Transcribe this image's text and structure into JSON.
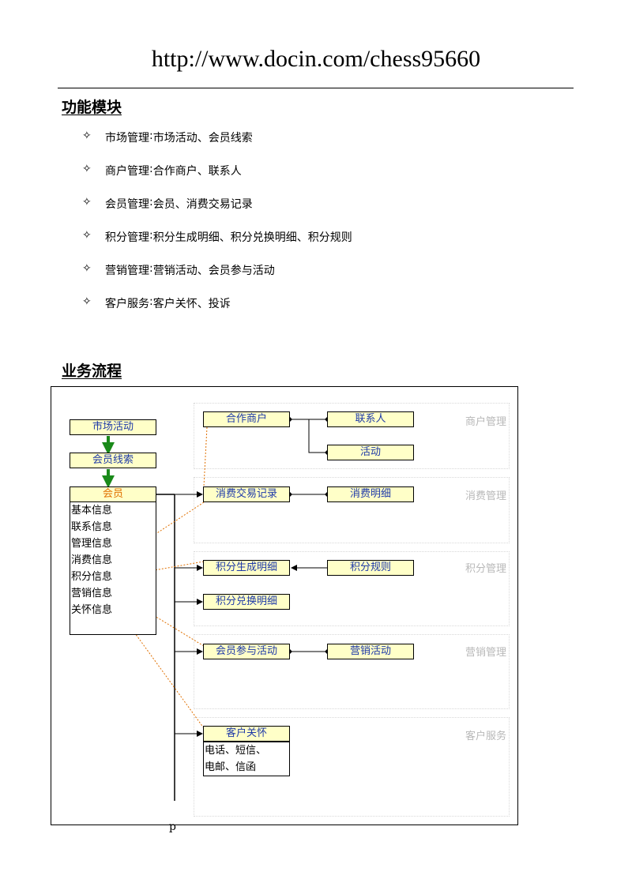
{
  "header": {
    "url": "http://www.docin.com/chess95660"
  },
  "modules": {
    "title": "功能模块",
    "bullet_icon": "diamond-outline-icon",
    "items": [
      {
        "name": "市场管理",
        "detail": "市场活动、会员线索"
      },
      {
        "name": "商户管理",
        "detail": "合作商户、联系人"
      },
      {
        "name": "会员管理",
        "detail": "会员、消费交易记录"
      },
      {
        "name": "积分管理",
        "detail": "积分生成明细、积分兑换明细、积分规则"
      },
      {
        "name": "营销管理",
        "detail": "营销活动、会员参与活动"
      },
      {
        "name": "客户服务",
        "detail": "客户关怀、投诉"
      }
    ]
  },
  "flow": {
    "title": "业务流程",
    "groups": [
      "商户管理",
      "消费管理",
      "积分管理",
      "营销管理",
      "客户服务"
    ],
    "nodes": {
      "market_activity": "市场活动",
      "member_lead": "会员线索",
      "member": "会员",
      "partner_merchant": "合作商户",
      "contact": "联系人",
      "activity": "活动",
      "transaction_record": "消费交易记录",
      "consumption_detail": "消费明细",
      "points_gen_detail": "积分生成明细",
      "points_rule": "积分规则",
      "points_exchange_detail": "积分兑换明细",
      "member_participation": "会员参与活动",
      "marketing_activity": "营销活动",
      "customer_care": "客户关怀"
    },
    "member_info": [
      "基本信息",
      "联系信息",
      "管理信息",
      "消费信息",
      "积分信息",
      "营销信息",
      "关怀信息"
    ],
    "care_channels": [
      "电话、短信、",
      "电邮、信函"
    ],
    "colors": {
      "node_fill": "#ffffc8",
      "node_text": "#1f3aa8",
      "member_text": "#e07000",
      "down_arrow": "#1a8a1a",
      "dotted_link": "#e07000"
    }
  },
  "stray_mark": "p"
}
